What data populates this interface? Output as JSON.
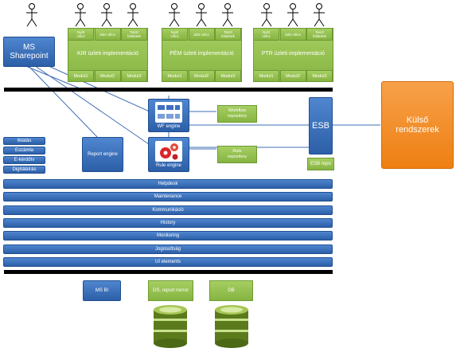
{
  "external": {
    "ms_sharepoint": "MS\nSharepoint",
    "kulso": "Külső\nrendszerek",
    "esb": "ESB",
    "esb_repo": "ESB repo"
  },
  "implementations": [
    {
      "title": "KIR üzleti implementáció",
      "phases": [
        "Nyitt\ncélcs",
        "Zárt célcs",
        "Teszt\nfelületek"
      ],
      "modules": [
        "Modul1",
        "Modul2",
        "Modul3"
      ]
    },
    {
      "title": "PÉM üzleti implementáció",
      "phases": [
        "Nyitt\ncélcs",
        "Zárt célcs",
        "Teszt\nfelületek"
      ],
      "modules": [
        "Modul1",
        "Modul2",
        "Modul3"
      ]
    },
    {
      "title": "PTR üzleti implementáció",
      "phases": [
        "Nyitt\ncélcs",
        "Zárt célcs",
        "Teszt\nfelületek"
      ],
      "modules": [
        "Modul1",
        "Modul2",
        "Modul3"
      ]
    }
  ],
  "engines": {
    "wf": "WF engine",
    "workflow_repo": "Workflow\nrepository",
    "rule": "Rule engine",
    "rule_repo": "Rule\nrepository",
    "report": "Report engine"
  },
  "side_services": [
    "Iktatás",
    "Eszámla",
    "E-kérdőív",
    "Digitáláírás"
  ],
  "layers": [
    "Helpdesk",
    "Maintenance",
    "Kommunikáció",
    "History",
    "Monitoring",
    "Jogosultság",
    "UI elements"
  ],
  "bottom": {
    "msbi": "MS BI",
    "dsreport": "DS. report mirror",
    "db": "DB"
  },
  "colors": {
    "blue": "#2c5fa8",
    "green": "#8cbd47",
    "orange": "#f28b20",
    "black": "#000000"
  }
}
